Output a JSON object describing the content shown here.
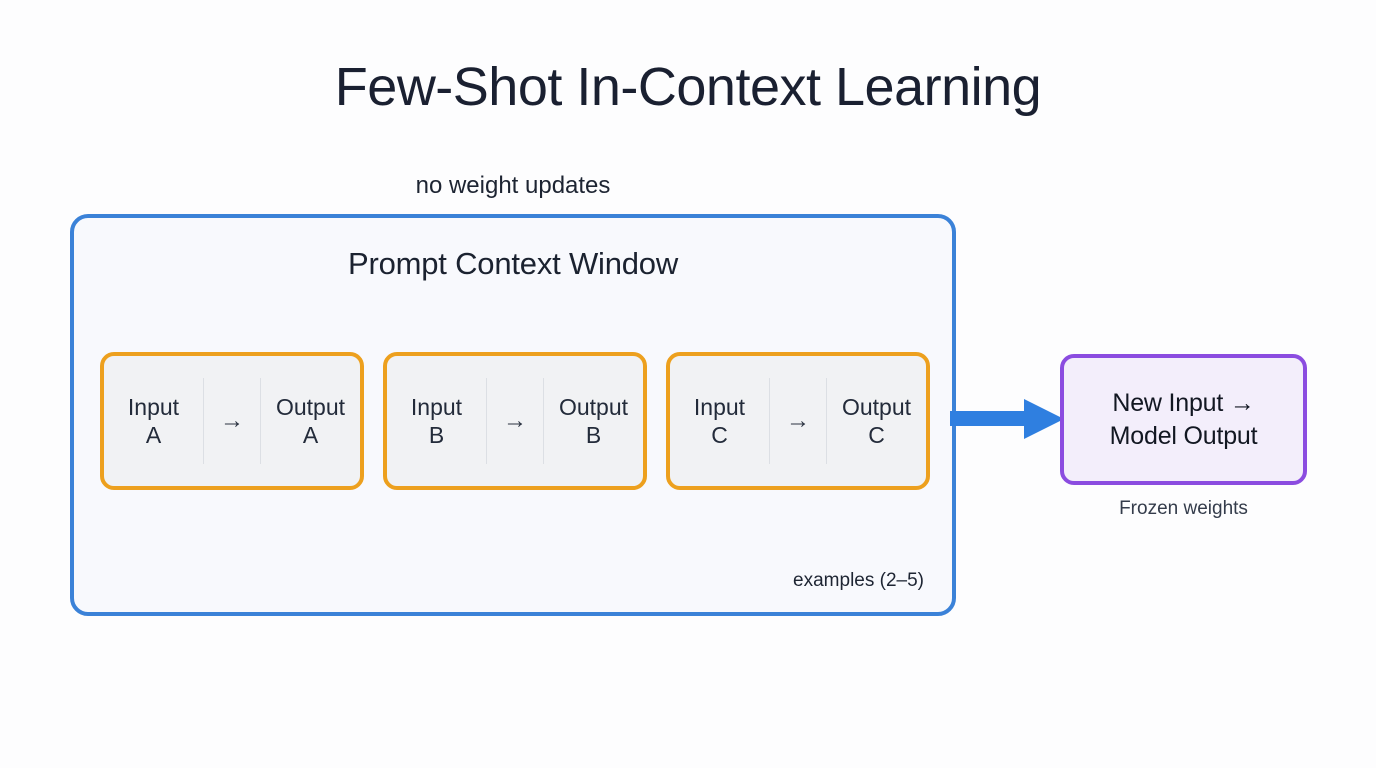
{
  "page": {
    "title": "Few-Shot In-Context Learning",
    "background_color": "#fdfdfe",
    "title_color": "#1a2031"
  },
  "annotations": {
    "no_weight_updates": "no weight updates",
    "frozen_weights": "Frozen weights"
  },
  "context_window": {
    "title": "Prompt Context Window",
    "caption": "examples (2–5)",
    "border_color": "#3b82d8",
    "fill_color": "#f8f9fd",
    "examples": [
      {
        "input_label": "Input",
        "input_id": "A",
        "arrow": "→",
        "output_label": "Output",
        "output_id": "A"
      },
      {
        "input_label": "Input",
        "input_id": "B",
        "arrow": "→",
        "output_label": "Output",
        "output_id": "B"
      },
      {
        "input_label": "Input",
        "input_id": "C",
        "arrow": "→",
        "output_label": "Output",
        "output_id": "C"
      }
    ],
    "example_border_color": "#eda01e",
    "example_fill_color": "#f1f2f4"
  },
  "connector": {
    "color": "#2f7fe0",
    "direction": "right"
  },
  "model_box": {
    "line1": "New Input →",
    "line2": "Model Output",
    "border_color": "#8b4ce0",
    "fill_color": "#f3eefb"
  }
}
